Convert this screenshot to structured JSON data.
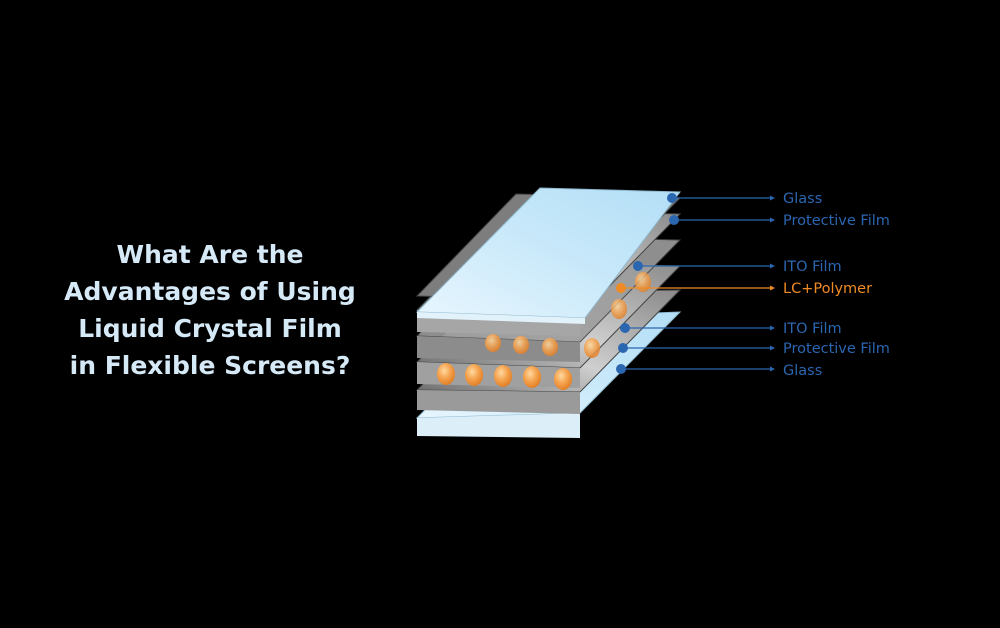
{
  "headline": {
    "lines": [
      "What Are the",
      "Advantages of Using",
      "Liquid Crystal Film",
      "in Flexible Screens?"
    ]
  },
  "diagram": {
    "layers": [
      {
        "label": "Glass",
        "color": "#2b66b0"
      },
      {
        "label": "Protective Film",
        "color": "#2b66b0"
      },
      {
        "label": "ITO Film",
        "color": "#2b66b0"
      },
      {
        "label": "LC+Polymer",
        "color": "#f08a24"
      },
      {
        "label": "ITO Film",
        "color": "#2b66b0"
      },
      {
        "label": "Protective Film",
        "color": "#2b66b0"
      },
      {
        "label": "Glass",
        "color": "#2b66b0"
      }
    ],
    "colors": {
      "glass": "#c9e9fa",
      "film": "#b8b8b8",
      "edge": "#555555",
      "leader_blue": "#2b66b0",
      "leader_orange": "#f08a24",
      "droplet": "#f2a04a"
    }
  }
}
